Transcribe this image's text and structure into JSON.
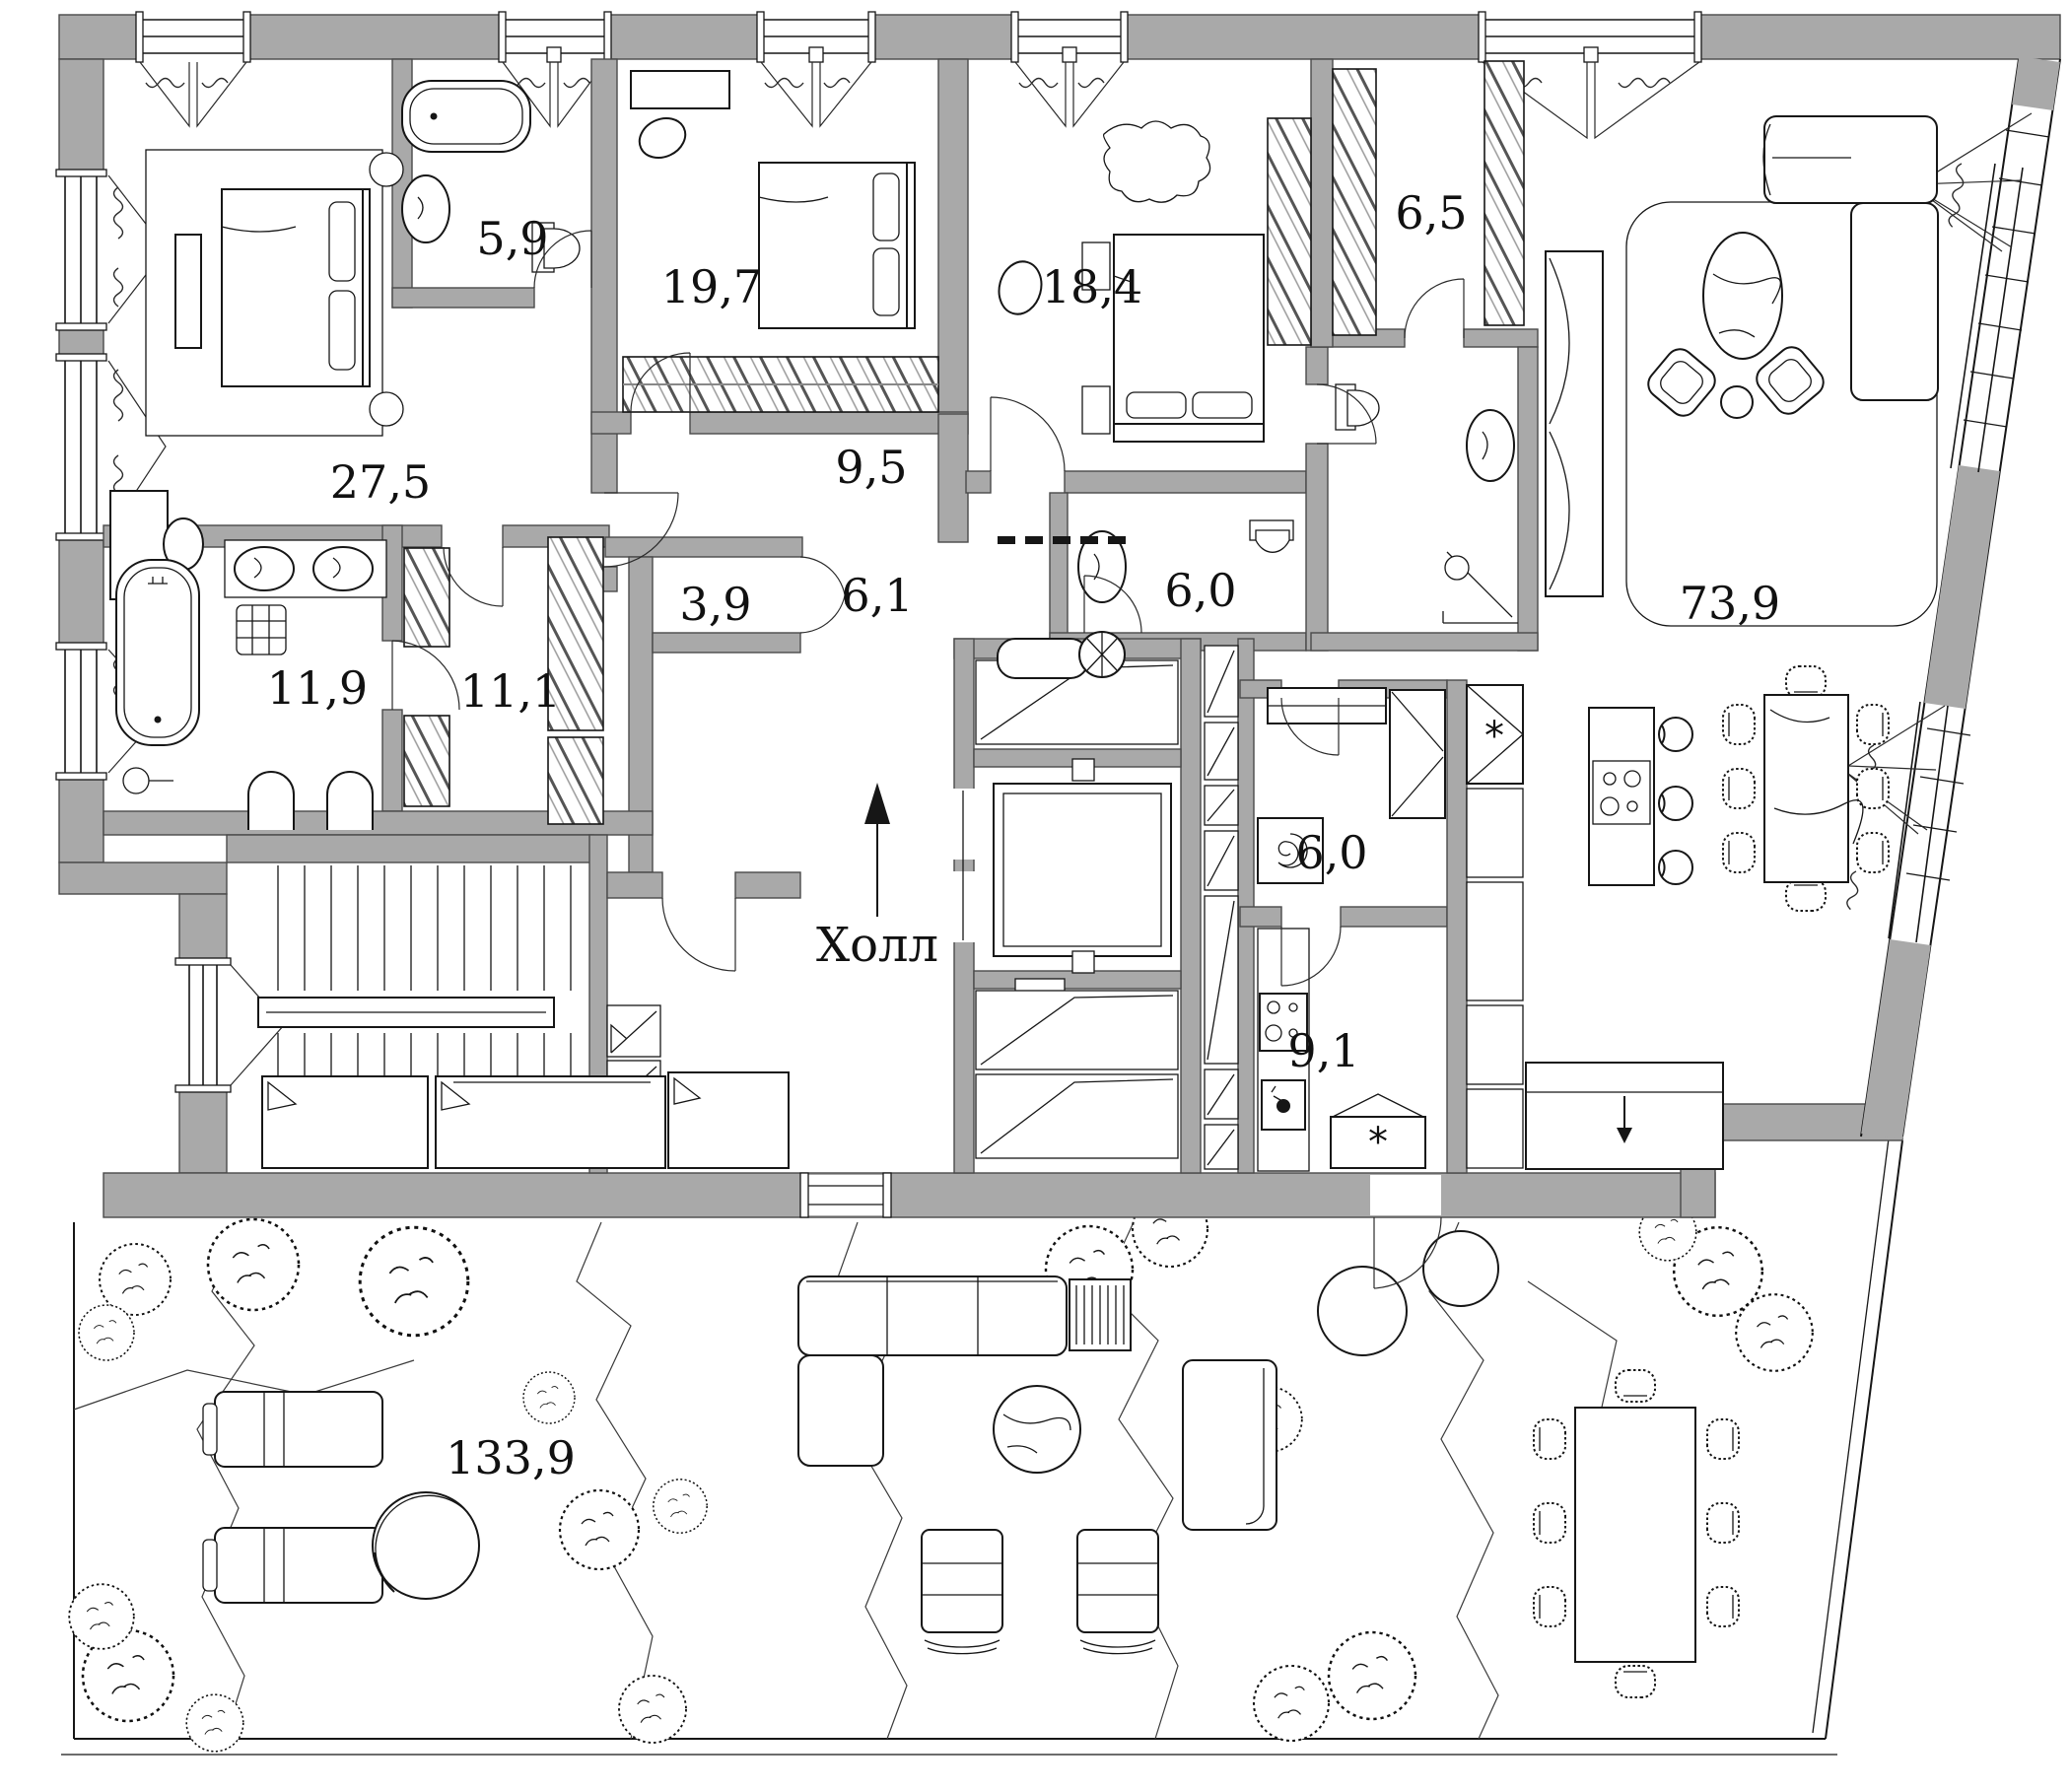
{
  "plan": {
    "type": "apartment-floor-plan",
    "language": "ru",
    "hall": {
      "label": "Холл"
    },
    "symbols": {
      "appliance_mark": "*"
    },
    "rooms": [
      {
        "id": "bathroom-top",
        "area": "5,9"
      },
      {
        "id": "bedroom-2",
        "area": "19,7"
      },
      {
        "id": "bedroom-3",
        "area": "18,4"
      },
      {
        "id": "wardrobe-top",
        "area": "6,5"
      },
      {
        "id": "bedroom-master",
        "area": "27,5"
      },
      {
        "id": "corridor",
        "area": "9,5"
      },
      {
        "id": "closet",
        "area": "3,9"
      },
      {
        "id": "entry-zone",
        "area": "6,1"
      },
      {
        "id": "bathroom-2",
        "area": "6,0"
      },
      {
        "id": "living-room",
        "area": "73,9"
      },
      {
        "id": "bathroom-master",
        "area": "11,9"
      },
      {
        "id": "wardrobe-master",
        "area": "11,1"
      },
      {
        "id": "pantry",
        "area": "6,0"
      },
      {
        "id": "kitchen",
        "area": "9,1"
      },
      {
        "id": "terrace",
        "area": "133,9"
      }
    ]
  }
}
